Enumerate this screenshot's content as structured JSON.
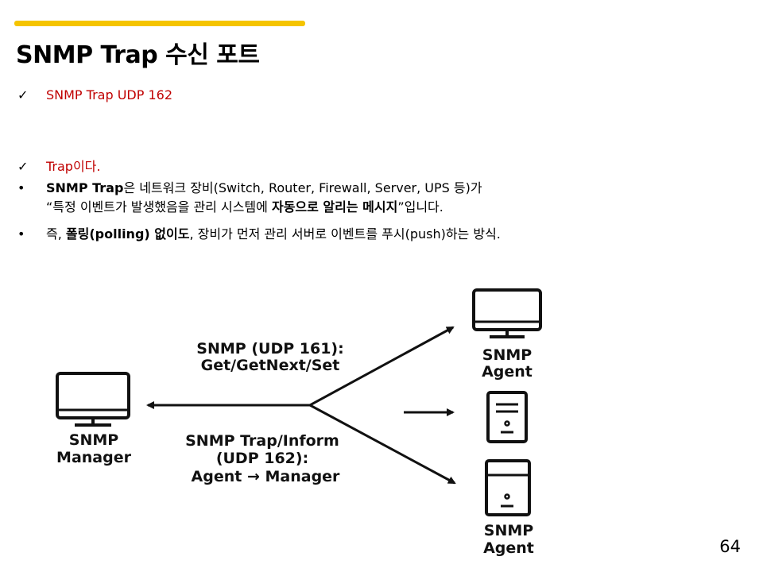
{
  "slide": {
    "title": "SNMP Trap 수신 포트",
    "check_mark": "✓",
    "bullet_mark": "•",
    "checks": [
      {
        "text": "SNMP Trap UDP 162"
      },
      {
        "text": "Trap이다."
      }
    ],
    "bullets": [
      {
        "line1_bold": "SNMP Trap",
        "line1_rest": "은 네트워크 장비(Switch, Router, Firewall, Server, UPS 등)가",
        "line2_pre": "“특정 이벤트가 발생했음을 관리 시스템에 ",
        "line2_bold": "자동으로 알리는 메시지",
        "line2_post": "”입니다."
      },
      {
        "pre": "즉, ",
        "bold": "폴링(polling) 없이도",
        "post": ", 장비가 먼저 관리 서버로 이벤트를 푸시(push)하는 방식."
      }
    ],
    "page_number": "64"
  },
  "diagram": {
    "manager": {
      "line1": "SNMP",
      "line2": "Manager"
    },
    "agent_top": {
      "line1": "SNMP",
      "line2": "Agent"
    },
    "agent_bottom": {
      "line1": "SNMP",
      "line2": "Agent"
    },
    "label_poll": {
      "line1": "SNMP (UDP 161):",
      "line2": "Get/GetNext/Set"
    },
    "label_trap": {
      "line1": "SNMP Trap/Inform",
      "line2": "(UDP 162):",
      "line3": "Agent → Manager"
    },
    "icons": [
      "monitor-icon",
      "monitor-icon",
      "server-tower-icon",
      "server-tower-icon"
    ],
    "colors": {
      "accent_bar": "#f5c400",
      "highlight_text": "#c00000"
    }
  }
}
